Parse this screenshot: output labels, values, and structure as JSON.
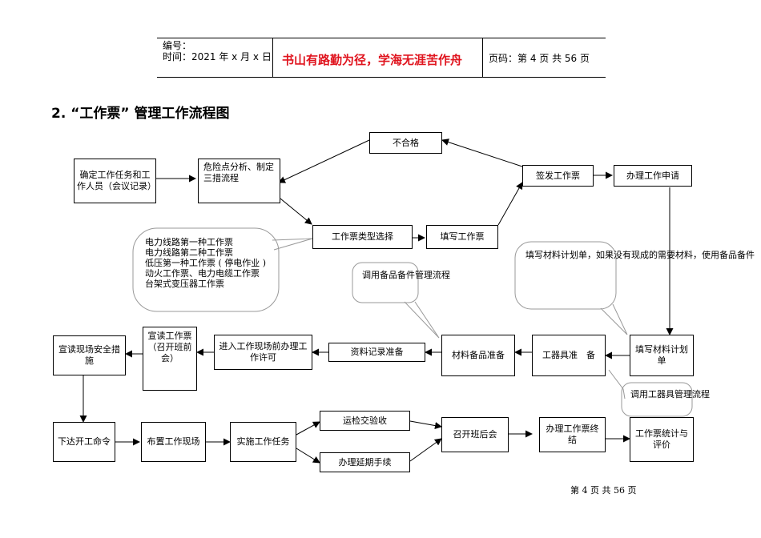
{
  "header": {
    "code_label": "编号：",
    "time_label": "时间：2021 年 x 月 x 日",
    "motto": "书山有路勤为径，学海无涯苦作舟",
    "page_label": "页码：第 4 页  共 56 页"
  },
  "title": "2. “工作票” 管理工作流程图",
  "nodes": {
    "n_confirm": "确定工作任务和工作人员（会议记录）",
    "n_hazard": "危险点分析、制定三措流程",
    "n_fail": "不合格",
    "n_sign": "签发工作票",
    "n_apply": "办理工作申请",
    "n_type": "工作票类型选择",
    "n_fill": "填写工作票",
    "n_announce": "宣读现场安全措施",
    "n_read_ticket": "宣读工作票（召开班前会）",
    "n_permit": "进入工作现场前办理工作许可",
    "n_docs": "资料记录准备",
    "n_material": "材料备品准备",
    "n_tools": "工器具准　备",
    "n_fill_plan": "填写材料计划单",
    "n_order": "下达开工命令",
    "n_layout": "布置工作现场",
    "n_task": "实施工作任务",
    "n_accept": "运检交验收",
    "n_extend": "办理延期手续",
    "n_meeting": "召开班后会",
    "n_end": "办理工作票终结",
    "n_stats": "工作票统计与评价"
  },
  "callouts": {
    "ticket_types": [
      "电力线路第一种工作票",
      "电力线路第二种工作票",
      "低压第一种工作票 ( 停电作业 )",
      "动火工作票、电力电缆工作票",
      "台架式变压器工作票"
    ],
    "spare_parts": "调用备品备件管理流程",
    "material_plan": "填写材料计划单，如果没有现成的需要材料，使用备品备件",
    "tools_mgmt": "调用工器具管理流程"
  },
  "footer": "第  4  页  共  56  页"
}
